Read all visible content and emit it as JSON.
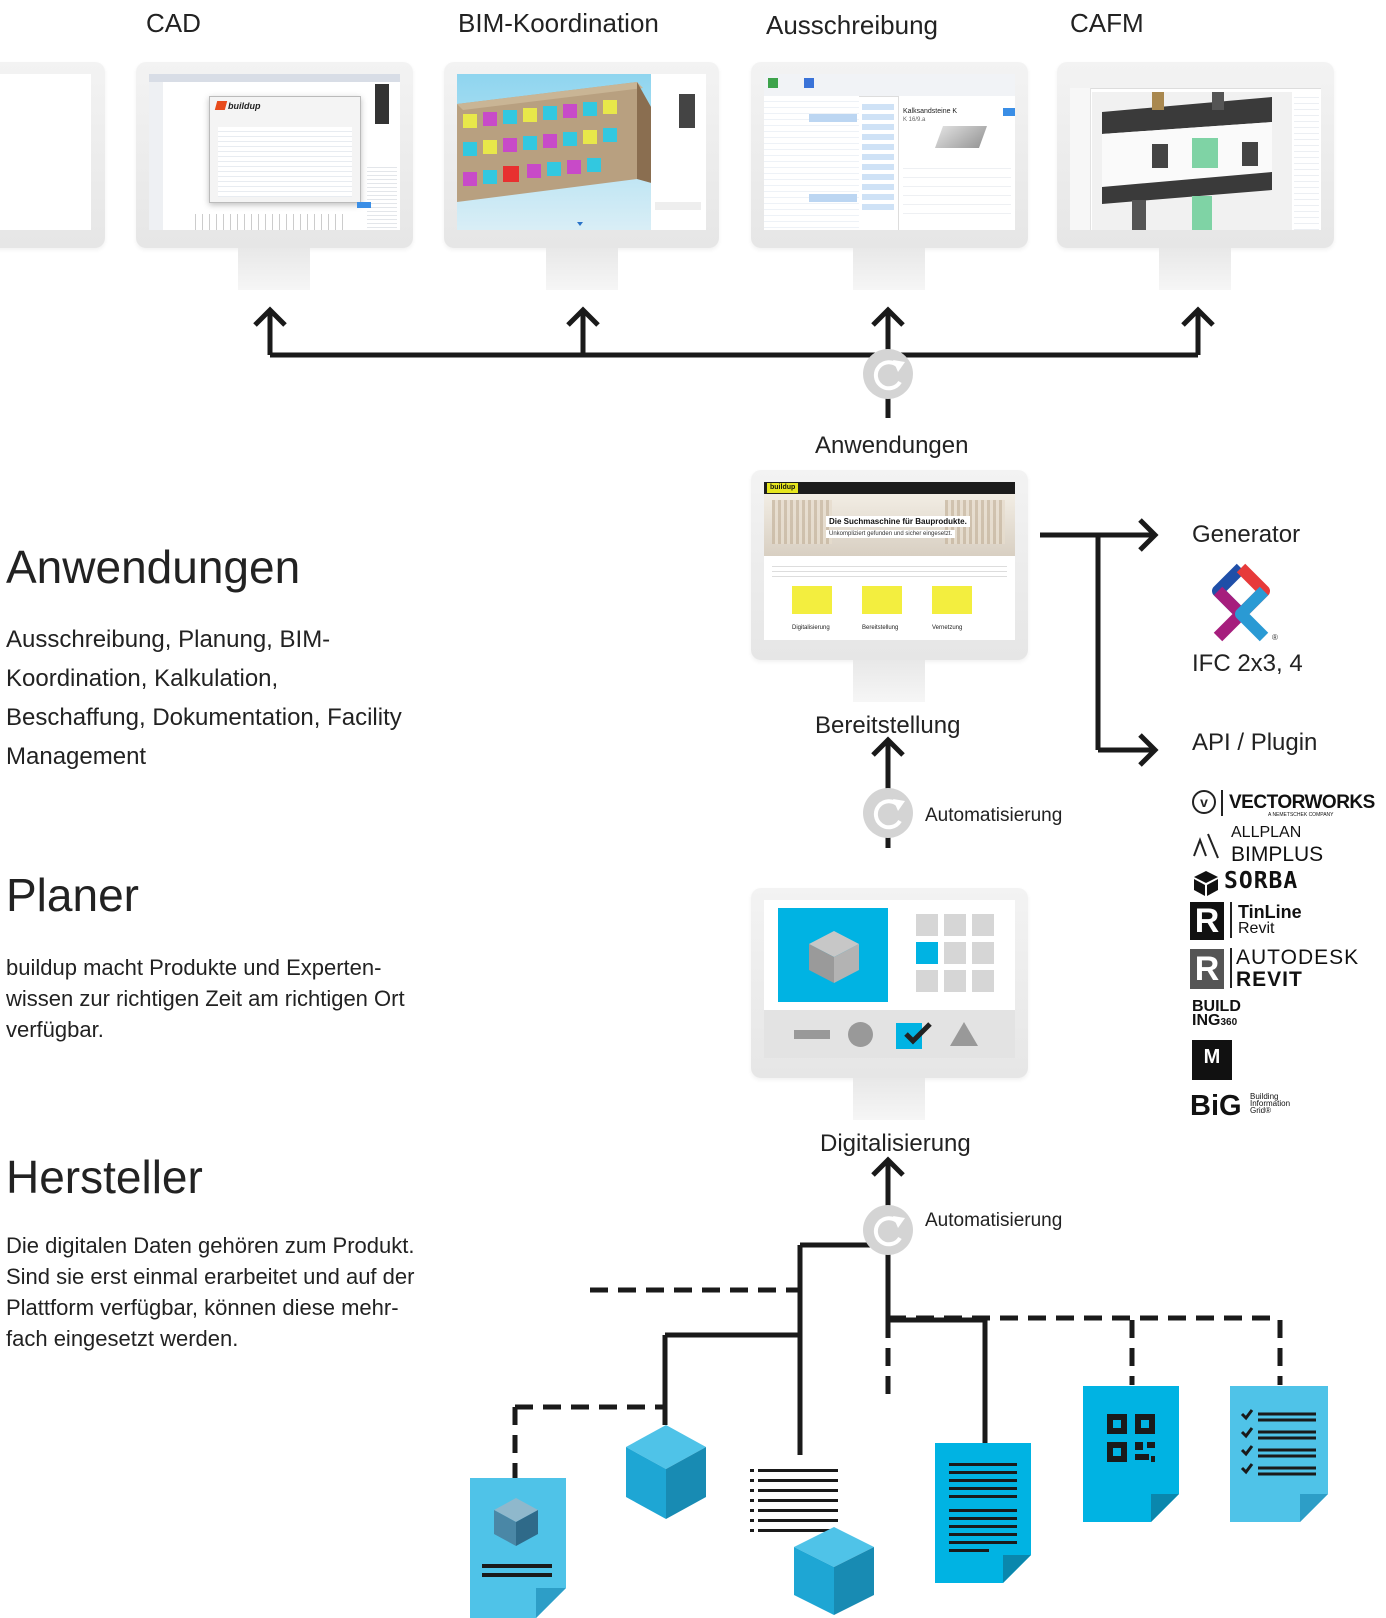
{
  "top_monitors": [
    {
      "title": "CAD"
    },
    {
      "title": "BIM-Koordination"
    },
    {
      "title": "Ausschreibung"
    },
    {
      "title": "CAFM"
    }
  ],
  "cad_screen": {
    "logo": "buildup"
  },
  "ausschreibung_screen": {
    "product_title": "Kalksandsteine K",
    "product_subtitle": "K 16/9.a"
  },
  "hub": {
    "anwendungen_label": "Anwendungen",
    "bereitstellung_label": "Bereitstellung",
    "digitalisierung_label": "Digitalisierung",
    "automatisierung_1": "Automatisierung",
    "automatisierung_2": "Automatisierung"
  },
  "website": {
    "logo": "buildup",
    "hero_title": "Die Suchmaschine für Bauprodukte.",
    "hero_sub": "Unkompliziert gefunden und sicher eingesetzt.",
    "features": [
      "Digitalisierung",
      "Bereitstellung",
      "Vernetzung"
    ]
  },
  "outputs": {
    "generator": "Generator",
    "ifc": "IFC 2x3, 4",
    "api": "API / Plugin"
  },
  "partners": {
    "vectorworks": "VECTORWORKS",
    "vectorworks_sub": "A NEMETSCHEK COMPANY",
    "allplan": "ALLPLAN",
    "bimplus": "BIMPLUS",
    "sorba": "SORBA",
    "tinline": "TinLine",
    "tinline_sub": "Revit",
    "autodesk": "AUTODESK",
    "revit": "REVIT",
    "building360_a": "BUILD",
    "building360_b": "ING",
    "building360_c": "360",
    "big": "BiG",
    "big_sub": [
      "Building",
      "Information",
      "Grid®"
    ]
  },
  "sections": {
    "anwendungen": {
      "heading": "Anwendungen",
      "text_lines": [
        "Ausschreibung, Planung, BIM-",
        "Koordination, Kalkulation,",
        "Beschaffung, Dokumentation, Facility",
        "Management"
      ]
    },
    "planer": {
      "heading": "Planer",
      "text_lines": [
        "buildup macht Produkte und Experten-",
        "wissen zur richtigen Zeit am richtigen Ort",
        "verfügbar."
      ]
    },
    "hersteller": {
      "heading": "Hersteller",
      "text_lines": [
        "Die digitalen Daten gehören zum Produkt.",
        "Sind sie erst einmal erarbeitet und auf der",
        "Plattform verfügbar, können diese mehr-",
        "fach eingesetzt werden."
      ]
    }
  },
  "colors": {
    "accent_cyan": "#00b3e3",
    "doc_light_blue": "#4fc3e8",
    "line_dark": "#1a1a1a",
    "circle_grey": "#d4d4d4"
  }
}
